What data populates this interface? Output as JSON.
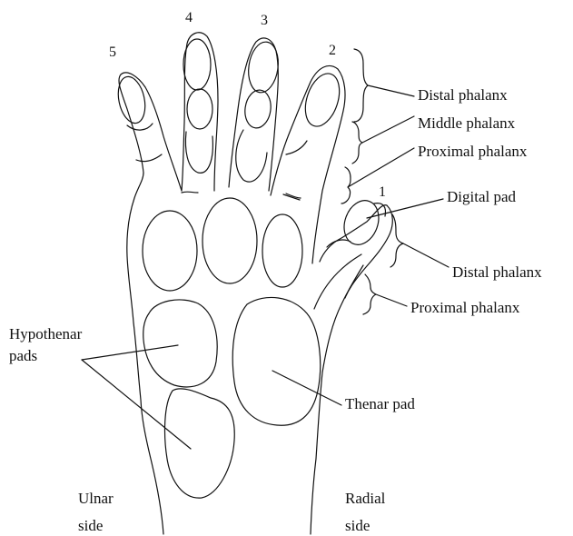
{
  "digits": {
    "d1": "1",
    "d2": "2",
    "d3": "3",
    "d4": "4",
    "d5": "5"
  },
  "labels": {
    "distal_phalanx": "Distal phalanx",
    "middle_phalanx": "Middle phalanx",
    "proximal_phalanx": "Proximal phalanx",
    "digital_pad": "Digital pad",
    "thumb_distal_phalanx": "Distal phalanx",
    "thumb_proximal_phalanx": "Proximal phalanx",
    "hypothenar_line1": "Hypothenar",
    "hypothenar_line2": "pads",
    "thenar_pad": "Thenar pad",
    "ulnar_line1": "Ulnar",
    "ulnar_line2": "side",
    "radial_line1": "Radial",
    "radial_line2": "side"
  }
}
